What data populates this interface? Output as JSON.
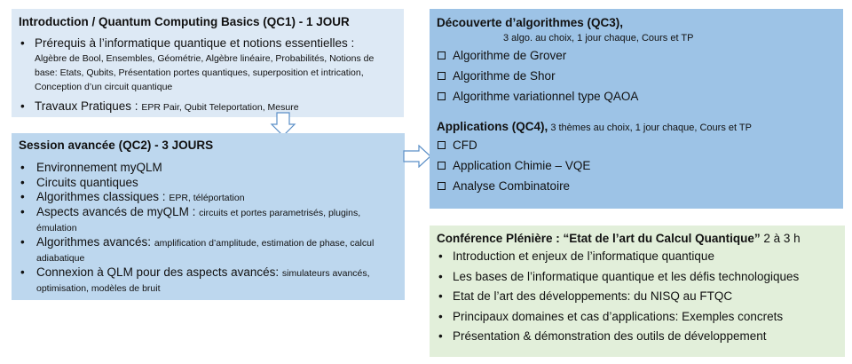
{
  "qc1": {
    "title": "Introduction / Quantum Computing Basics (QC1) - 1 JOUR",
    "items": [
      {
        "main": "Prérequis à l’informatique quantique et notions essentielles :",
        "detail": "Algèbre de Bool, Ensembles, Géométrie, Algèbre linéaire, Probabilités, Notions de base: Etats, Qubits, Présentation portes quantiques, superposition et intrication, Conception d’un circuit quantique"
      },
      {
        "main": "Travaux Pratiques : ",
        "detail": "EPR Pair, Qubit Teleportation, Mesure"
      }
    ]
  },
  "qc2": {
    "title": "Session avancée (QC2) - 3 JOURS",
    "items": [
      {
        "main": "Environnement myQLM",
        "detail": ""
      },
      {
        "main": "Circuits quantiques",
        "detail": ""
      },
      {
        "main": "Algorithmes classiques : ",
        "detail": "EPR, téléportation"
      },
      {
        "main": "Aspects avancés de myQLM : ",
        "detail": "circuits et portes parametrisés, plugins, émulation"
      },
      {
        "main": "Algorithmes avancés: ",
        "detail": "amplification d’amplitude, estimation de phase, calcul adiabatique"
      },
      {
        "main": "Connexion à QLM pour des aspects avancés: ",
        "detail": "simulateurs avancés, optimisation, modèles de bruit"
      }
    ]
  },
  "qc3": {
    "title": "Découverte d’algorithmes (QC3),",
    "subtitle": "3 algo. au choix, 1 jour chaque, Cours et TP",
    "items": [
      "Algorithme de Grover",
      "Algorithme de Shor",
      "Algorithme variationnel type QAOA"
    ]
  },
  "qc4": {
    "title": "Applications (QC4),",
    "subtitle": " 3 thèmes au choix, 1 jour chaque, Cours et TP",
    "items": [
      "CFD",
      "Application Chimie – VQE",
      "Analyse Combinatoire"
    ]
  },
  "conf": {
    "title": "Conférence Plénière : “Etat de l’art du Calcul Quantique”",
    "duration": " 2 à 3 h",
    "items": [
      "Introduction et enjeux de l’informatique quantique",
      "Les bases de l’informatique quantique et les défis technologiques",
      "Etat de l’art des développements: du NISQ au FTQC",
      "Principaux domaines et cas d’applications: Exemples concrets",
      "Présentation & démonstration des outils de développement"
    ]
  }
}
